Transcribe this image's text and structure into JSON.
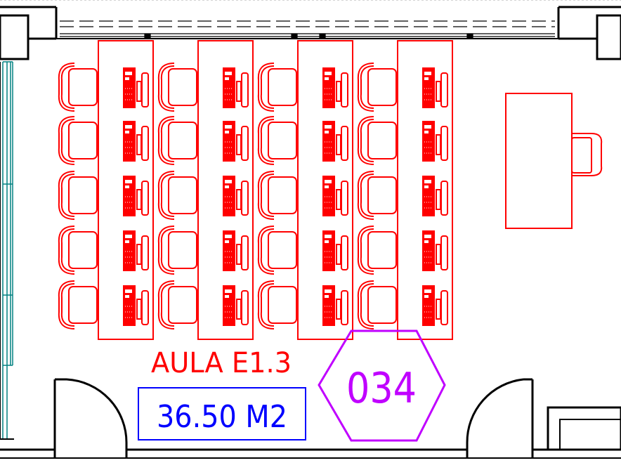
{
  "room": {
    "name": "AULA E1.3",
    "area": "36.50 M2",
    "number": "034"
  },
  "layout": {
    "student_rows": 5,
    "desk_columns": 4,
    "teacher_desk": 1
  },
  "colors": {
    "furniture": "#ff0000",
    "walls": "#000000",
    "area_box": "#0000ff",
    "room_tag": "#c000ff",
    "window": "#008080"
  }
}
